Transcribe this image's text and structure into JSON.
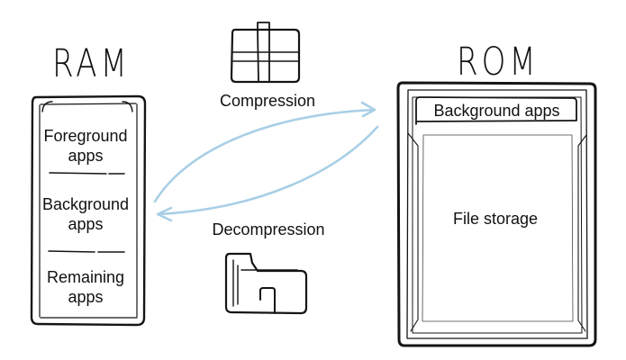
{
  "ram": {
    "title": "RAM",
    "sections": [
      "Foreground\napps",
      "Background\napps",
      "Remaining\napps"
    ]
  },
  "rom": {
    "title": "ROM",
    "background_apps": "Background apps",
    "file_storage": "File storage"
  },
  "arrows": {
    "compression": "Compression",
    "decompression": "Decompression",
    "color": "#a9cfe6"
  },
  "icons": {
    "compression": "package-box-icon",
    "decompression": "folder-icon"
  }
}
